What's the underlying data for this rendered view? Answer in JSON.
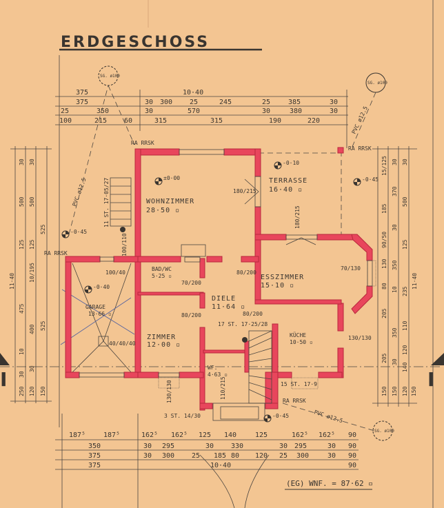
{
  "title": "ERDGESCHOSS",
  "rooms": {
    "wohnzimmer": {
      "name": "WOHNZIMMER",
      "area": "28·50 ▫"
    },
    "terrasse": {
      "name": "TERRASSE",
      "area": "16·40 ▫"
    },
    "esszimmer": {
      "name": "ESSZIMMER",
      "area": "15·10 ▫"
    },
    "diele": {
      "name": "DIELE",
      "area": "11·64 ▫"
    },
    "bad": {
      "name": "BAD/WC",
      "area": "5·25 ▫"
    },
    "garage": {
      "name": "GARAGE",
      "area": "13·66 ▫"
    },
    "zimmer": {
      "name": "ZIMMER",
      "area": "12·00 ▫"
    },
    "kueche": {
      "name": "KÜCHE",
      "area": "10·50 ▫"
    },
    "wf": {
      "name": "WF.",
      "area": "4·63 ▫"
    }
  },
  "levels": [
    "±0·00",
    "-0·10",
    "-0·45",
    "-0·40",
    "-0·45",
    "-0·45"
  ],
  "openings": [
    "180/215",
    "180/215",
    "80/200",
    "70/130",
    "70/200",
    "80/200",
    "100/40",
    "40/40/40",
    "130/130",
    "100/110",
    "80/200",
    "110/215",
    "130/130"
  ],
  "stairs": [
    "17 ST. 17·25/28",
    "15 ST. 17·9",
    "3 ST. 14/30",
    "11 ST. 17·05/27"
  ],
  "annotations": {
    "ra_rrsk": "RA RRSK",
    "sg": "SG. ø100",
    "pvc": "PVC ø12.5"
  },
  "dims_top": [
    [
      "375",
      "10·40"
    ],
    [
      "375",
      "30",
      "300",
      "25",
      "245",
      "25",
      "385",
      "30"
    ],
    [
      "25",
      "350",
      "30",
      "570",
      "30",
      "380",
      "30"
    ],
    [
      "100",
      "215",
      "60",
      "315",
      "315",
      "190",
      "220"
    ]
  ],
  "dims_bottom": [
    [
      "187⁵",
      "187⁵",
      "162⁵",
      "162⁵",
      "125",
      "140",
      "125",
      "162⁵",
      "162⁵",
      "90"
    ],
    [
      "350",
      "30",
      "295",
      "30",
      "330",
      "30",
      "295",
      "30",
      "90"
    ],
    [
      "375",
      "30",
      "300",
      "25",
      "185",
      "80",
      "120",
      "25",
      "300",
      "30",
      "90"
    ],
    [
      "375",
      "10·40",
      "90"
    ]
  ],
  "dims_left": [
    [
      "30",
      "500",
      "125",
      "475",
      "10",
      "30",
      "250"
    ],
    [
      "30",
      "500",
      "125",
      "10/195",
      "400",
      "30",
      "120"
    ],
    [
      "525",
      "525",
      "150"
    ],
    [
      "11·40"
    ]
  ],
  "dims_right": [
    [
      "15/125",
      "185",
      "90/50",
      "130",
      "80",
      "205",
      "205",
      "150"
    ],
    [
      "30",
      "370",
      "30",
      "350",
      "10",
      "350",
      "30",
      "150"
    ],
    [
      "30",
      "500",
      "125",
      "235",
      "110",
      "120",
      "140",
      "120"
    ],
    [
      "150",
      "11·40"
    ]
  ],
  "summary": "(EG) WNF. = 87·62 ▫",
  "section_marker": "I"
}
